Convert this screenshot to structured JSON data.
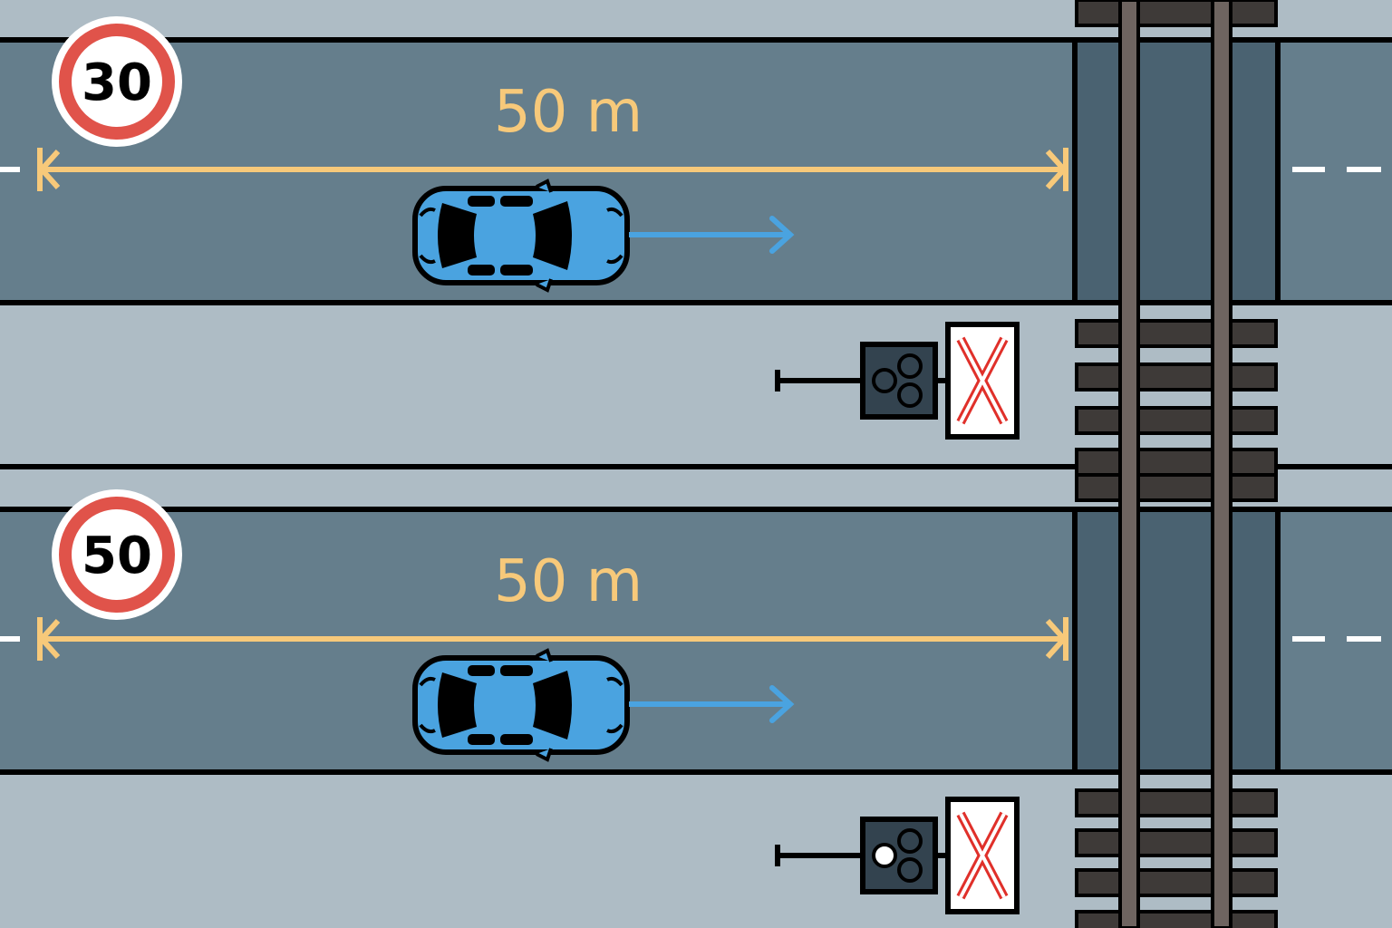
{
  "colors": {
    "background": "#aebcc5",
    "road": "#657e8c",
    "crossing": "#4a6271",
    "outline": "#000000",
    "measure": "#f7c97a",
    "car": "#4aa3e0",
    "sign_ring": "#e0534a",
    "rail": "#6e6460",
    "sleeper": "#3e3a38",
    "signal_box": "#33434f",
    "signal_light_on": "#ffffff",
    "cross_sign": "#e0302a",
    "lane_marking": "#ffffff"
  },
  "scenarios": [
    {
      "speed_limit": "30",
      "distance_label": "50 m",
      "signal_lit": false,
      "car_direction": "right"
    },
    {
      "speed_limit": "50",
      "distance_label": "50 m",
      "signal_lit": true,
      "car_direction": "right"
    }
  ]
}
